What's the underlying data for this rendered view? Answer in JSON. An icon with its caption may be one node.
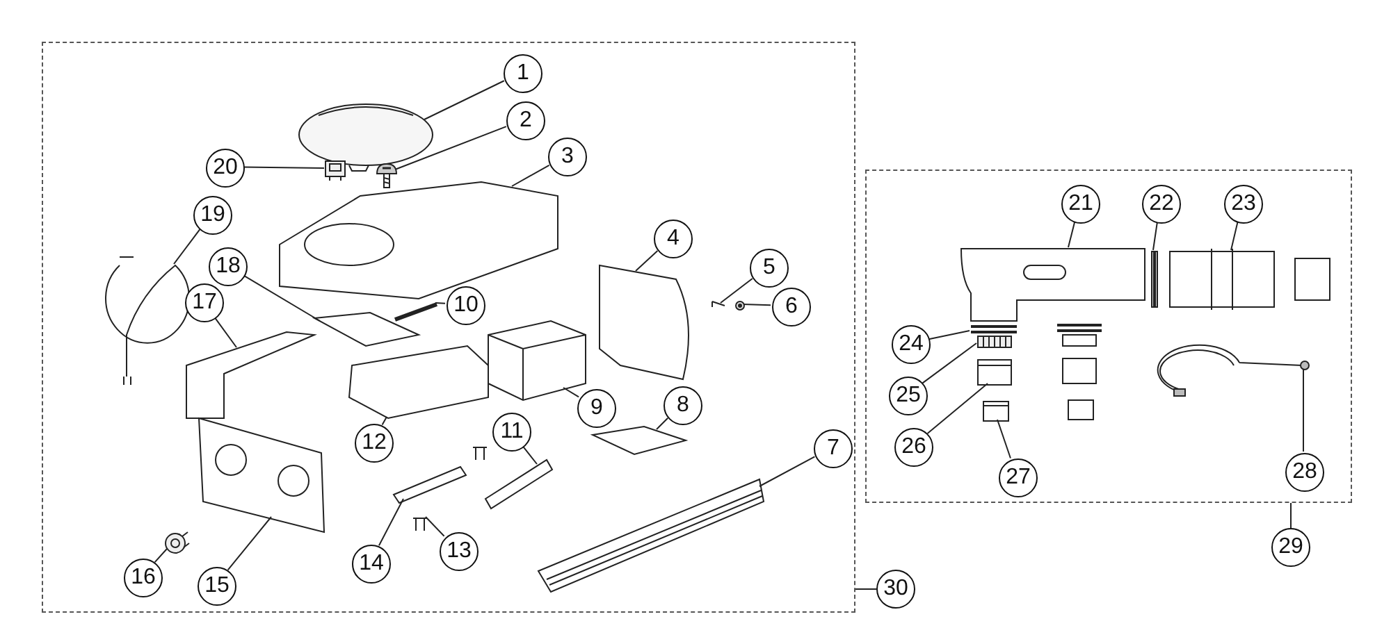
{
  "diagram": {
    "nodes": [
      {
        "text": [],
        "shape": "box"
      },
      {
        "text": [],
        "shape": "box"
      },
      {
        "text": [
          "1"
        ],
        "in": 0
      },
      {
        "text": [
          "2"
        ],
        "in": 0
      },
      {
        "text": [
          "3"
        ],
        "in": 0
      },
      {
        "text": [
          "4"
        ],
        "in": 0
      },
      {
        "text": [
          "5"
        ],
        "in": 0
      },
      {
        "text": [
          "6"
        ],
        "in": 0
      },
      {
        "text": [
          "7"
        ],
        "in": 0
      },
      {
        "text": [
          "8"
        ],
        "in": 0
      },
      {
        "text": [
          "9"
        ],
        "in": 0
      },
      {
        "text": [
          "10"
        ],
        "in": 0
      },
      {
        "text": [
          "11"
        ],
        "in": 0
      },
      {
        "text": [
          "12"
        ],
        "in": 0
      },
      {
        "text": [
          "13"
        ],
        "in": 0
      },
      {
        "text": [
          "14"
        ],
        "in": 0
      },
      {
        "text": [
          "15"
        ],
        "in": 0
      },
      {
        "text": [
          "16"
        ],
        "in": 0
      },
      {
        "text": [
          "17"
        ],
        "in": 0
      },
      {
        "text": [
          "18"
        ],
        "in": 0
      },
      {
        "text": [
          "19"
        ],
        "in": 0
      },
      {
        "text": [
          "20"
        ],
        "in": 0
      },
      {
        "text": [
          "21"
        ],
        "in": 1
      },
      {
        "text": [
          "22"
        ],
        "in": 1
      },
      {
        "text": [
          "23"
        ],
        "in": 1
      },
      {
        "text": [
          "24"
        ],
        "in": 1
      },
      {
        "text": [
          "25"
        ],
        "in": 1
      },
      {
        "text": [
          "26"
        ],
        "in": 1
      },
      {
        "text": [
          "27"
        ],
        "in": 1
      },
      {
        "text": [
          "28"
        ],
        "in": 1
      },
      {
        "text": [
          "29"
        ]
      },
      {
        "text": [
          "30"
        ]
      },
      {
        "text": [],
        "shape": "picture",
        "in": 0
      },
      {
        "text": [],
        "shape": "picture",
        "in": 0
      },
      {
        "text": [],
        "shape": "picture",
        "in": 0
      },
      {
        "text": [],
        "shape": "picture",
        "in": 0
      },
      {
        "text": [],
        "shape": "picture",
        "in": 0
      },
      {
        "text": [],
        "shape": "picture",
        "in": 0
      },
      {
        "text": [],
        "shape": "picture",
        "in": 0
      },
      {
        "text": [],
        "shape": "picture",
        "in": 0
      },
      {
        "text": [],
        "shape": "picture",
        "in": 0
      },
      {
        "text": [],
        "shape": "picture",
        "in": 0
      },
      {
        "text": [],
        "shape": "picture",
        "in": 0
      },
      {
        "text": [],
        "shape": "picture",
        "in": 0
      },
      {
        "text": [],
        "shape": "picture",
        "in": 0
      },
      {
        "text": [],
        "shape": "picture",
        "in": 0
      },
      {
        "text": [],
        "shape": "picture",
        "in": 0
      },
      {
        "text": [],
        "shape": "picture",
        "in": 0
      },
      {
        "text": [],
        "shape": "picture",
        "in": 0
      },
      {
        "text": [],
        "shape": "picture",
        "in": 0
      },
      {
        "text": [],
        "shape": "picture",
        "in": 0
      },
      {
        "text": [],
        "shape": "picture",
        "in": 0
      },
      {
        "text": [],
        "shape": "picture",
        "in": 1
      },
      {
        "text": [],
        "shape": "picture",
        "in": 1
      },
      {
        "text": [],
        "shape": "picture",
        "in": 1
      },
      {
        "text": [],
        "shape": "picture",
        "in": 1
      },
      {
        "text": [],
        "shape": "picture",
        "in": 1
      },
      {
        "text": [],
        "shape": "picture",
        "in": 1
      },
      {
        "text": [],
        "shape": "picture",
        "in": 1
      },
      {
        "text": [],
        "shape": "picture",
        "in": 1
      }
    ],
    "edges": [
      {
        "from": 2,
        "to": 32,
        "arrow": "none"
      },
      {
        "from": 3,
        "to": 33,
        "arrow": "none"
      },
      {
        "from": 4,
        "to": 34,
        "arrow": "none"
      },
      {
        "from": 5,
        "to": 35,
        "arrow": "none"
      },
      {
        "from": 6,
        "to": 36,
        "arrow": "none"
      },
      {
        "from": 7,
        "to": 37,
        "arrow": "none"
      },
      {
        "from": 8,
        "to": 38,
        "arrow": "none"
      },
      {
        "from": 9,
        "to": 39,
        "arrow": "none"
      },
      {
        "from": 10,
        "to": 40,
        "arrow": "none"
      },
      {
        "from": 11,
        "to": 41,
        "arrow": "none"
      },
      {
        "from": 12,
        "to": 42,
        "arrow": "none"
      },
      {
        "from": 13,
        "to": 43,
        "arrow": "none"
      },
      {
        "from": 14,
        "to": 44,
        "arrow": "none"
      },
      {
        "from": 15,
        "to": 45,
        "arrow": "none"
      },
      {
        "from": 16,
        "to": 46,
        "arrow": "none"
      },
      {
        "from": 17,
        "to": 47,
        "arrow": "none"
      },
      {
        "from": 18,
        "to": 48,
        "arrow": "none"
      },
      {
        "from": 19,
        "to": 49,
        "arrow": "none"
      },
      {
        "from": 20,
        "to": 50,
        "arrow": "none"
      },
      {
        "from": 21,
        "to": 51,
        "arrow": "none"
      },
      {
        "from": 22,
        "to": 52,
        "arrow": "none"
      },
      {
        "from": 23,
        "to": 53,
        "arrow": "none"
      },
      {
        "from": 24,
        "to": 54,
        "arrow": "none"
      },
      {
        "from": 25,
        "to": 55,
        "arrow": "none"
      },
      {
        "from": 26,
        "to": 56,
        "arrow": "none"
      },
      {
        "from": 27,
        "to": 57,
        "arrow": "none"
      },
      {
        "from": 28,
        "to": 58,
        "arrow": "none"
      },
      {
        "from": 29,
        "to": 59,
        "arrow": "none"
      },
      {
        "from": 30,
        "to": 1,
        "arrow": "none"
      },
      {
        "from": 31,
        "to": 0,
        "arrow": "none"
      }
    ]
  }
}
